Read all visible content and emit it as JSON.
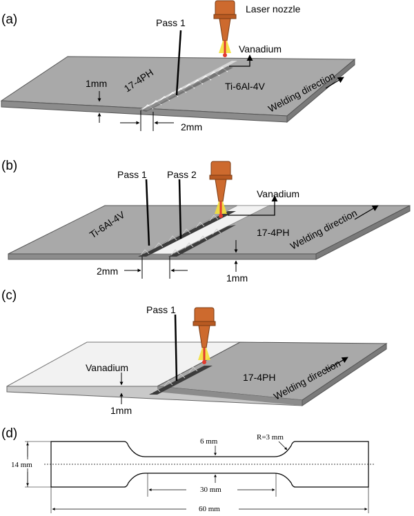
{
  "panels": {
    "a": {
      "label": "(a)",
      "laser_nozzle": "Laser nozzle",
      "pass1": "Pass 1",
      "vanadium": "Vanadium",
      "left_plate": "17-4PH",
      "right_plate": "Ti-6Al-4V",
      "thickness": "1mm",
      "gap": "2mm",
      "direction": "Welding direction"
    },
    "b": {
      "label": "(b)",
      "pass1": "Pass 1",
      "pass2": "Pass 2",
      "vanadium": "Vanadium",
      "left_plate": "Ti-6Al-4V",
      "right_plate": "17-4PH",
      "gap": "2mm",
      "thickness": "1mm",
      "direction": "Welding direction"
    },
    "c": {
      "label": "(c)",
      "pass1": "Pass 1",
      "left_plate": "Vanadium",
      "right_plate": "17-4PH",
      "thickness": "1mm",
      "direction": "Welding direction"
    },
    "d": {
      "label": "(d)",
      "width_narrow": "6 mm",
      "radius": "R=3 mm",
      "width_total": "14 mm",
      "gauge_length": "30 mm",
      "total_length": "60 mm"
    }
  },
  "colors": {
    "plate_top": "#a9a9a9",
    "plate_side": "#8c8c8c",
    "vanadium_strip": "#f2f2f2",
    "nozzle": "#cd6a2e",
    "beam": "#f3e03a",
    "weld": "#4a4a4a"
  }
}
